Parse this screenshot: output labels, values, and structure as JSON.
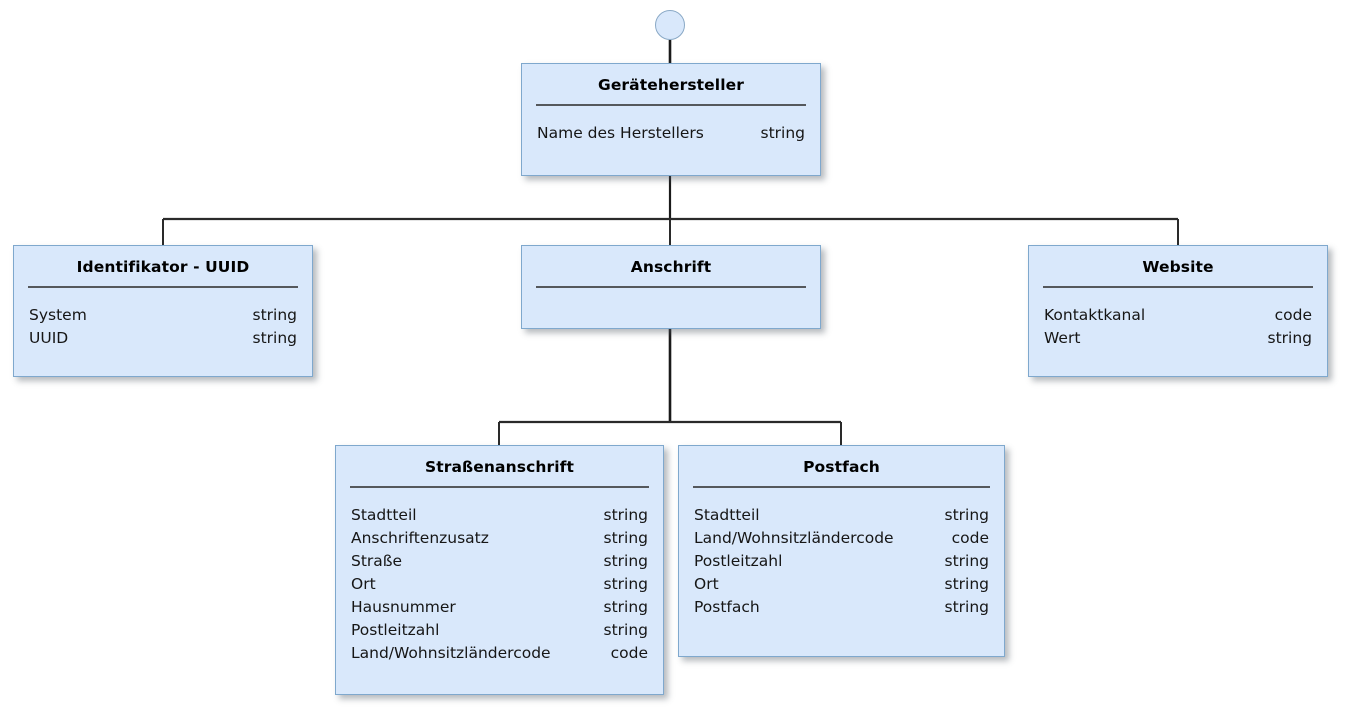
{
  "diagram": {
    "type": "uml-class-hierarchy",
    "title": "Gerätehersteller",
    "background_color": "#ffffff",
    "box_fill_color": "#d9e8fb",
    "box_border_color": "#7fa8cd",
    "connector_color": "#1a1a1a",
    "type_labels": {
      "string": "string",
      "code": "code"
    },
    "root_node": {
      "name": "root-connector-circle",
      "shape": "circle"
    },
    "nodes": [
      {
        "id": "geraetehersteller",
        "title": "Gerätehersteller",
        "attributes": [
          {
            "name": "Name des Herstellers",
            "type": "string"
          }
        ]
      },
      {
        "id": "identifikator",
        "title": "Identifikator - UUID",
        "attributes": [
          {
            "name": "System",
            "type": "string"
          },
          {
            "name": "UUID",
            "type": "string"
          }
        ]
      },
      {
        "id": "anschrift",
        "title": "Anschrift",
        "attributes": []
      },
      {
        "id": "website",
        "title": "Website",
        "attributes": [
          {
            "name": "Kontaktkanal",
            "type": "code"
          },
          {
            "name": "Wert",
            "type": "string"
          }
        ]
      },
      {
        "id": "strassenanschrift",
        "title": "Straßenanschrift",
        "attributes": [
          {
            "name": "Stadtteil",
            "type": "string"
          },
          {
            "name": "Anschriftenzusatz",
            "type": "string"
          },
          {
            "name": "Straße",
            "type": "string"
          },
          {
            "name": "Ort",
            "type": "string"
          },
          {
            "name": "Hausnummer",
            "type": "string"
          },
          {
            "name": "Postleitzahl",
            "type": "string"
          },
          {
            "name": "Land/Wohnsitzländercode",
            "type": "code"
          }
        ]
      },
      {
        "id": "postfach",
        "title": "Postfach",
        "attributes": [
          {
            "name": "Stadtteil",
            "type": "string"
          },
          {
            "name": "Land/Wohnsitzländercode",
            "type": "code"
          },
          {
            "name": "Postleitzahl",
            "type": "string"
          },
          {
            "name": "Ort",
            "type": "string"
          },
          {
            "name": "Postfach",
            "type": "string"
          }
        ]
      }
    ],
    "edges": [
      {
        "from": "root-circle",
        "to": "geraetehersteller"
      },
      {
        "from": "geraetehersteller",
        "to": "identifikator"
      },
      {
        "from": "geraetehersteller",
        "to": "anschrift"
      },
      {
        "from": "geraetehersteller",
        "to": "website"
      },
      {
        "from": "anschrift",
        "to": "strassenanschrift"
      },
      {
        "from": "anschrift",
        "to": "postfach"
      }
    ]
  }
}
